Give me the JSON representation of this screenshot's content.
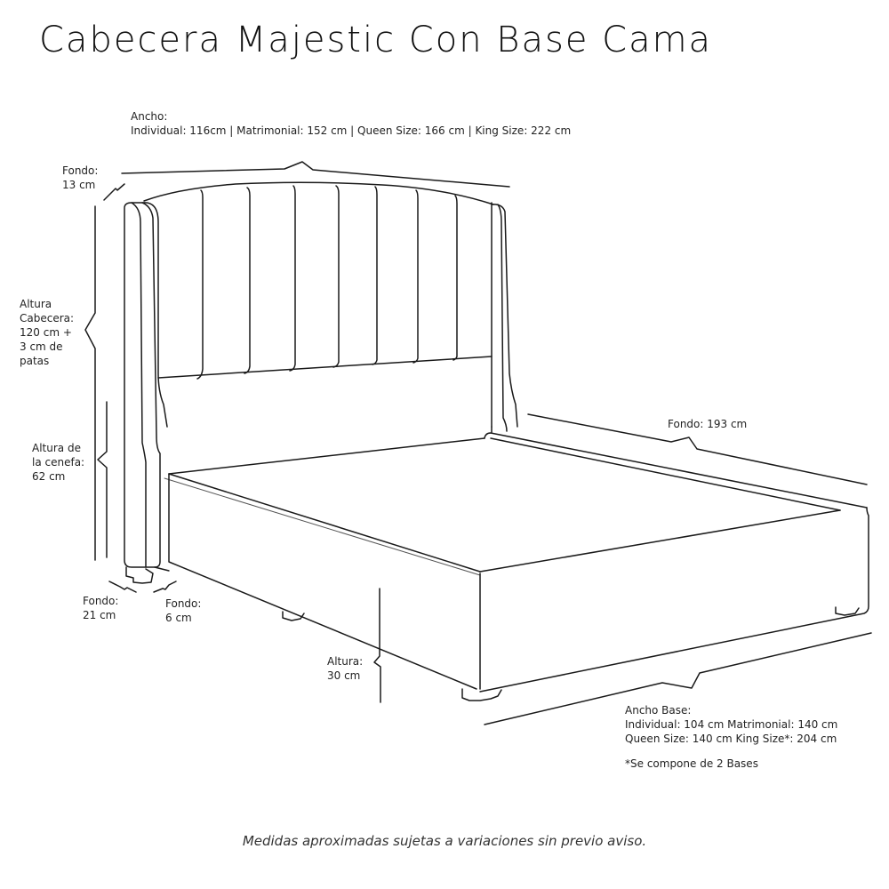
{
  "title": "Cabecera Majestic Con Base Cama",
  "dimensions": {
    "ancho_cabecera": {
      "label": "Ancho:",
      "values": "Individual: 116cm | Matrimonial: 152 cm | Queen Size: 166 cm | King Size: 222 cm"
    },
    "fondo_cabecera": {
      "label": "Fondo:",
      "value": "13 cm"
    },
    "altura_cabecera": {
      "lines": [
        "Altura",
        "Cabecera:",
        "120 cm +",
        "3 cm de",
        "patas"
      ]
    },
    "altura_cenefa": {
      "lines": [
        "Altura de",
        "la cenefa:",
        "62 cm"
      ]
    },
    "fondo_pata_cabecera": {
      "label": "Fondo:",
      "value": "21 cm"
    },
    "fondo_pata": {
      "label": "Fondo:",
      "value": "6 cm"
    },
    "altura_base": {
      "label": "Altura:",
      "value": "30 cm"
    },
    "fondo_base": {
      "text": "Fondo: 193 cm"
    },
    "ancho_base": {
      "label": "Ancho Base:",
      "line1": "Individual: 104 cm Matrimonial: 140 cm",
      "line2": "Queen Size: 140 cm King Size*: 204 cm",
      "note": "*Se compone de 2 Bases"
    }
  },
  "footer": "Medidas aproximadas sujetas a variaciones sin previo aviso.",
  "colors": {
    "line": "#1a1a1a",
    "background": "#ffffff",
    "text": "#222222"
  }
}
